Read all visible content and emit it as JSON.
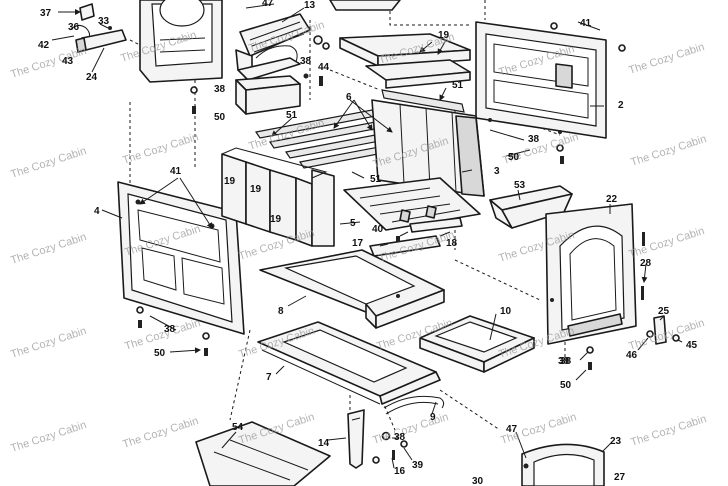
{
  "watermark": "The Cozy Cabin",
  "callouts": [
    "37",
    "36",
    "33",
    "42",
    "43",
    "24",
    "47",
    "13",
    "38",
    "44",
    "19",
    "41",
    "38",
    "50",
    "6",
    "51",
    "2",
    "51",
    "38",
    "50",
    "3",
    "41",
    "53",
    "4",
    "51",
    "19",
    "19",
    "19",
    "5",
    "17",
    "40",
    "18",
    "22",
    "28",
    "25",
    "38",
    "46",
    "45",
    "8",
    "10",
    "38",
    "50",
    "7",
    "38",
    "50",
    "9",
    "54",
    "14",
    "38",
    "16",
    "39",
    "47",
    "23",
    "27",
    "30"
  ]
}
